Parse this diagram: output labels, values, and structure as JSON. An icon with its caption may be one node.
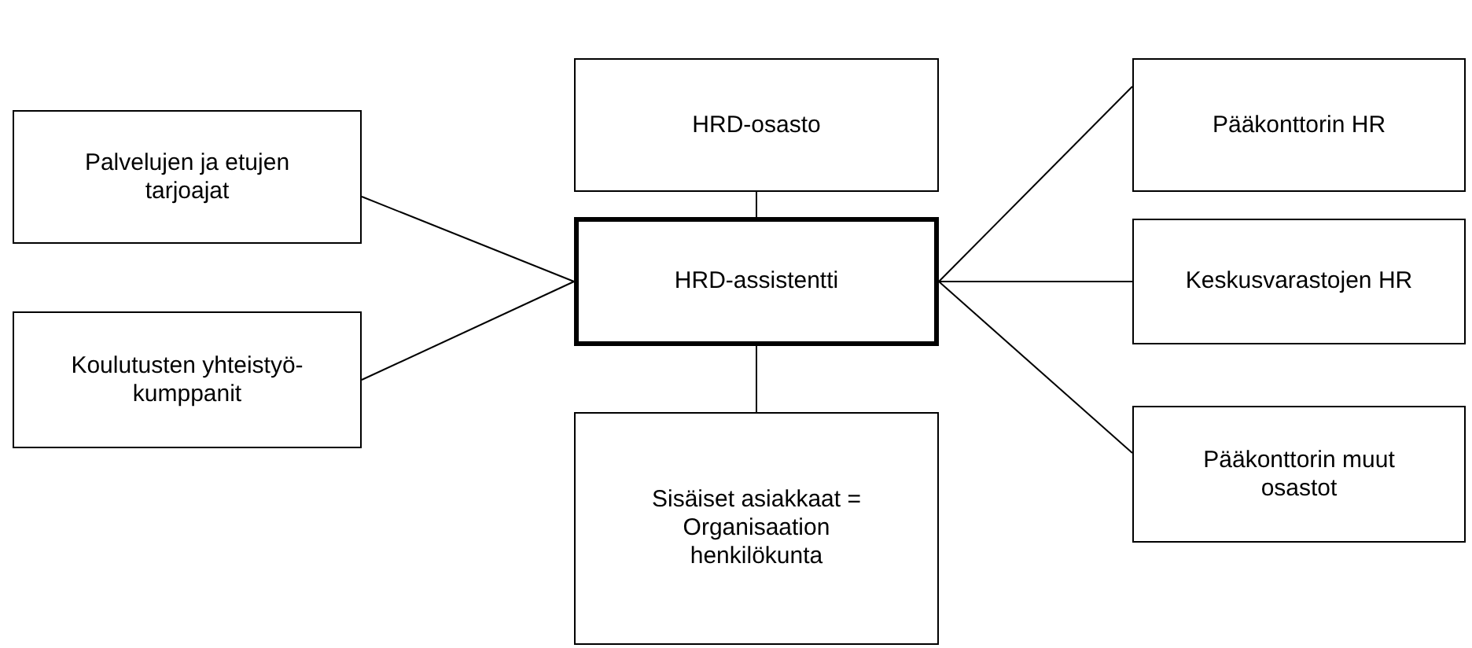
{
  "diagram": {
    "nodes": [
      {
        "text": [
          "HRD-osasto"
        ]
      },
      {
        "text": [
          "Palvelujen ja etujen tarjoajat"
        ]
      },
      {
        "text": [
          "Pääkonttorin HR"
        ]
      },
      {
        "text": [
          "HRD-assistentti"
        ]
      },
      {
        "text": [
          "Keskusvarastojen HR"
        ]
      },
      {
        "text": [
          "Koulutusten yhteistyö-kumppanit"
        ]
      },
      {
        "text": [
          "Pääkonttorin muut osastot"
        ]
      },
      {
        "text": [
          "Sisäiset asiakkaat = Organisaation henkilökunta"
        ]
      }
    ],
    "edges": [
      {
        "from": 0,
        "to": 3,
        "arrow": "none"
      },
      {
        "from": 1,
        "to": 3,
        "arrow": "none"
      },
      {
        "from": 5,
        "to": 3,
        "arrow": "none"
      },
      {
        "from": 3,
        "to": 2,
        "arrow": "none"
      },
      {
        "from": 3,
        "to": 4,
        "arrow": "none"
      },
      {
        "from": 3,
        "to": 6,
        "arrow": "none"
      },
      {
        "from": 3,
        "to": 7,
        "arrow": "none"
      }
    ]
  }
}
